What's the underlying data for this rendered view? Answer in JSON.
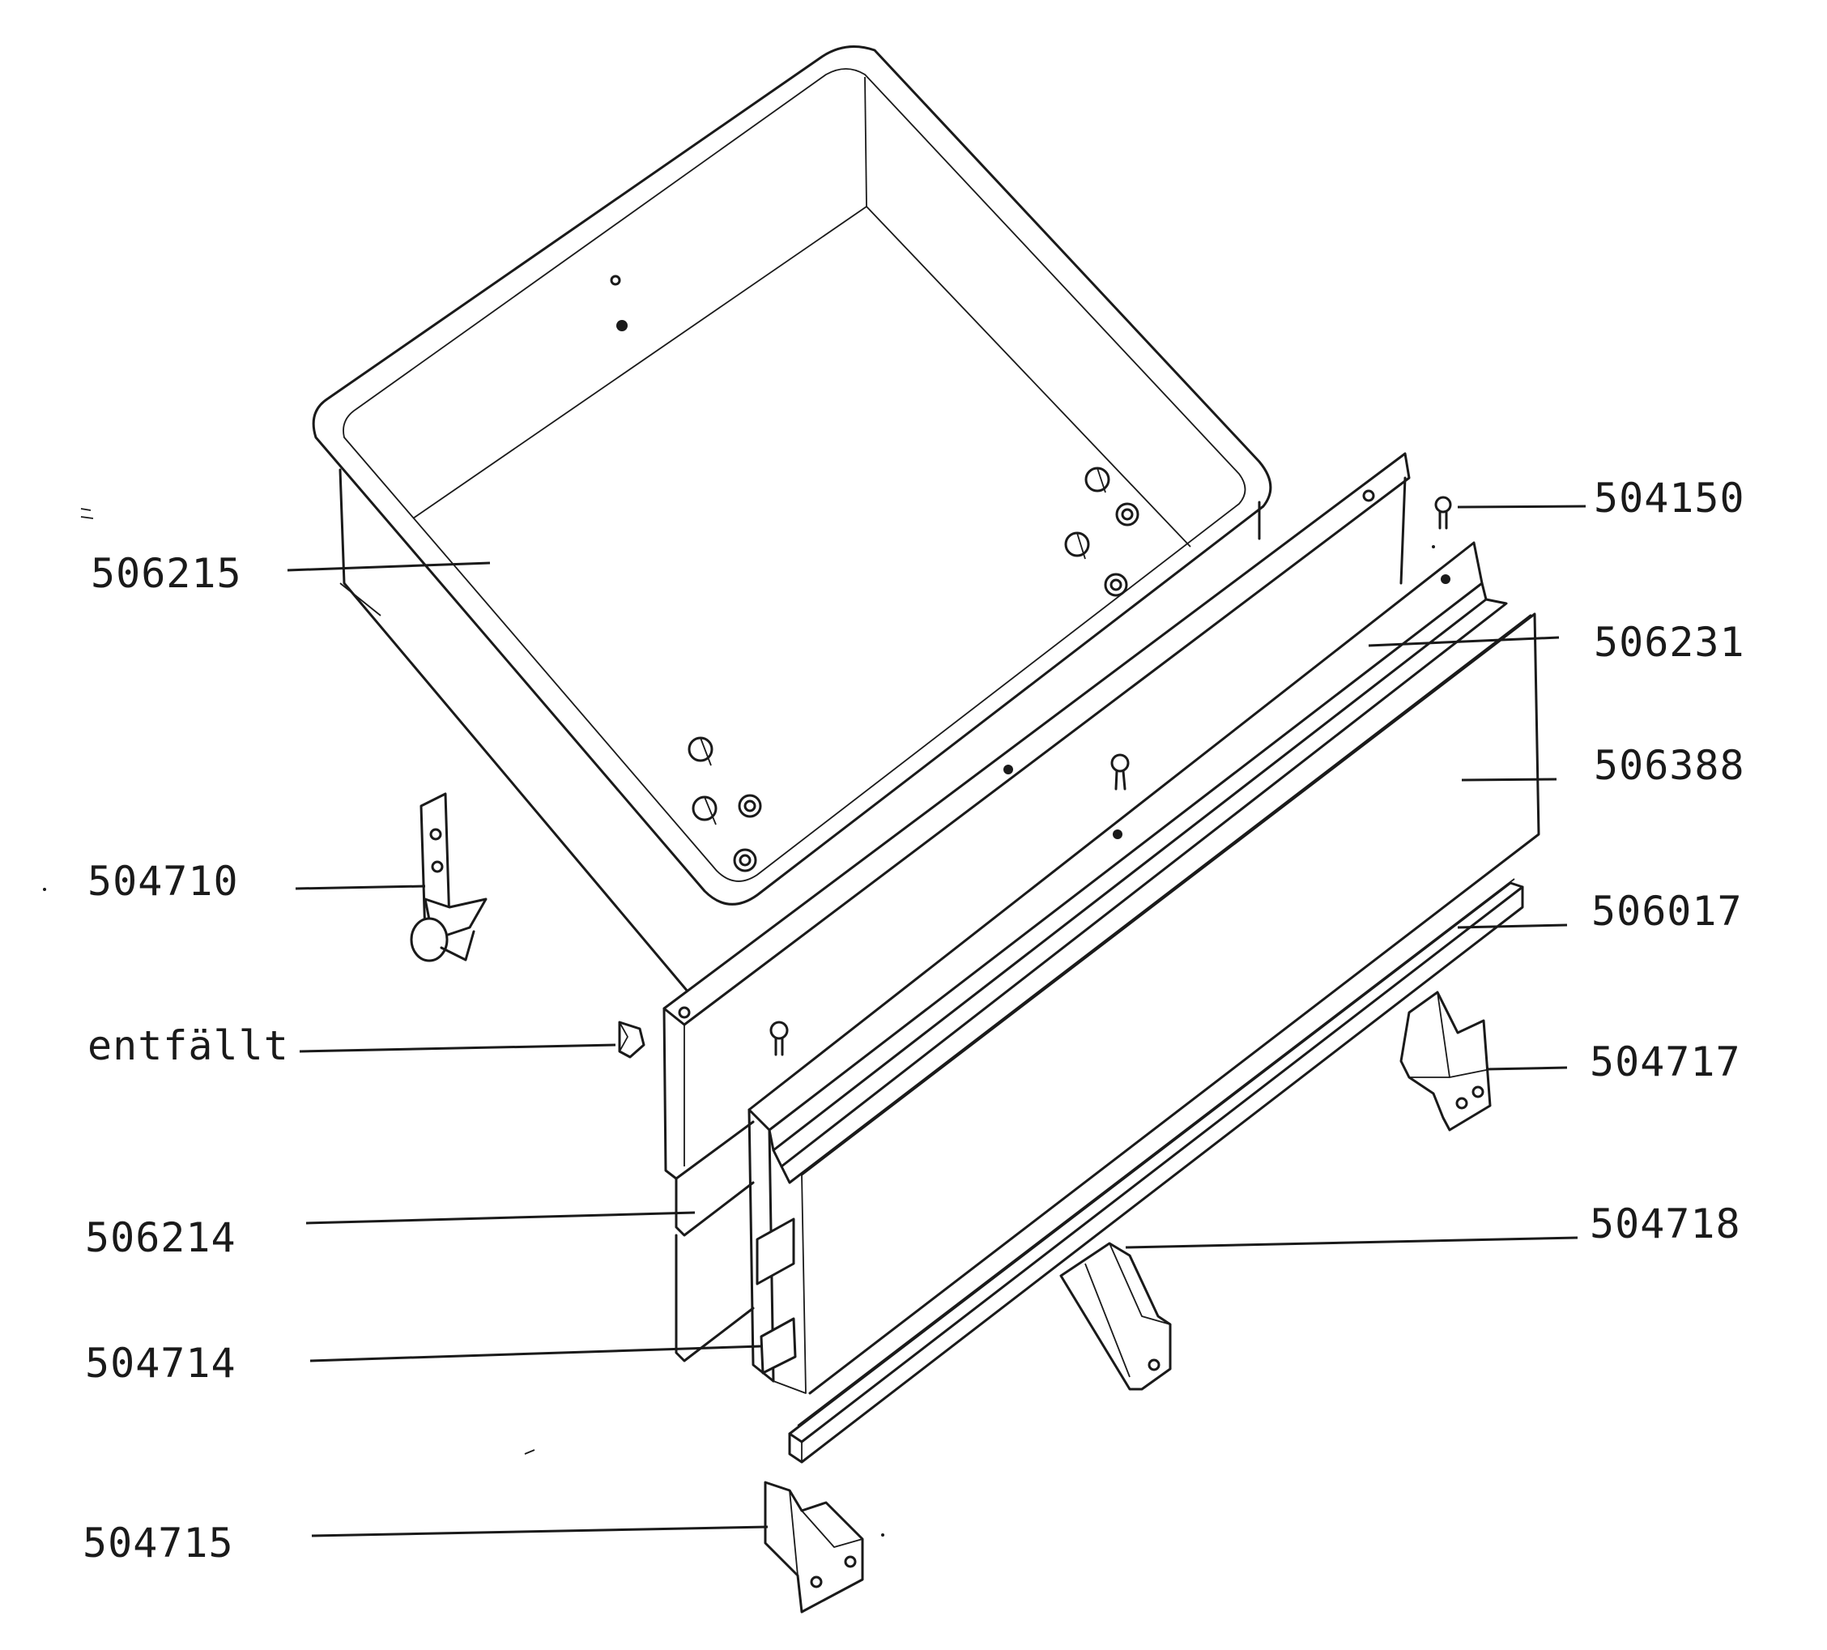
{
  "labels": {
    "p506215": "506215",
    "p504150": "504150",
    "p506231": "506231",
    "p506388": "506388",
    "p504710": "504710",
    "p506017": "506017",
    "p_entfaellt": "entfällt",
    "p504717": "504717",
    "p506214": "506214",
    "p504718": "504718",
    "p504714": "504714",
    "p504715": "504715"
  }
}
